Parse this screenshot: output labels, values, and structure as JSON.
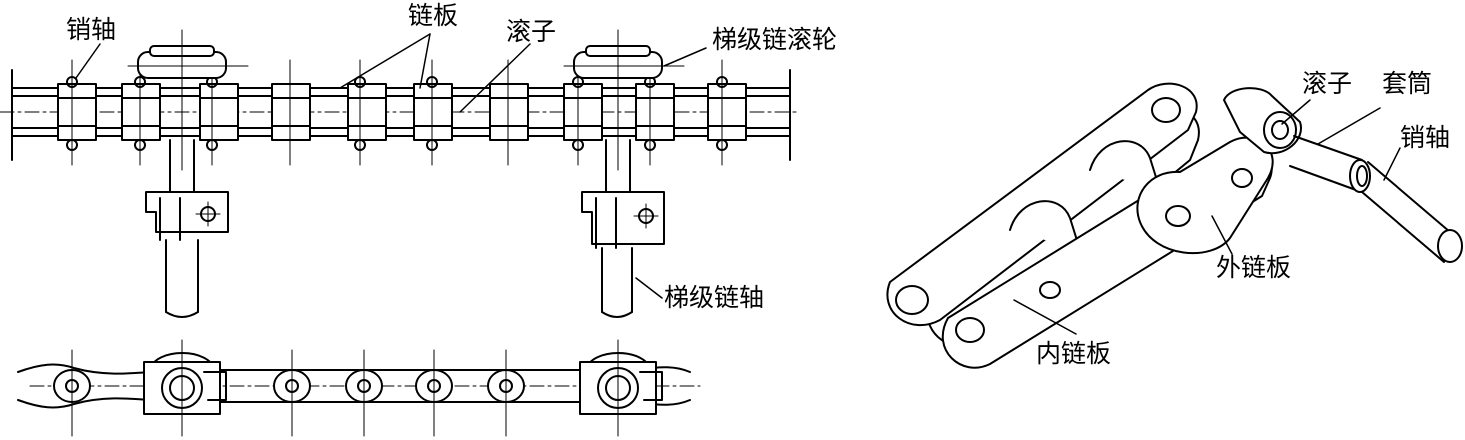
{
  "labels": {
    "pin_top": "销轴",
    "chain_plate": "链板",
    "roller_top": "滚子",
    "step_chain_roller_wheel": "梯级链滚轮",
    "step_chain_axle": "梯级链轴",
    "roller_right": "滚子",
    "sleeve": "套筒",
    "pin_right": "销轴",
    "outer_plate": "外链板",
    "inner_plate": "内链板"
  }
}
